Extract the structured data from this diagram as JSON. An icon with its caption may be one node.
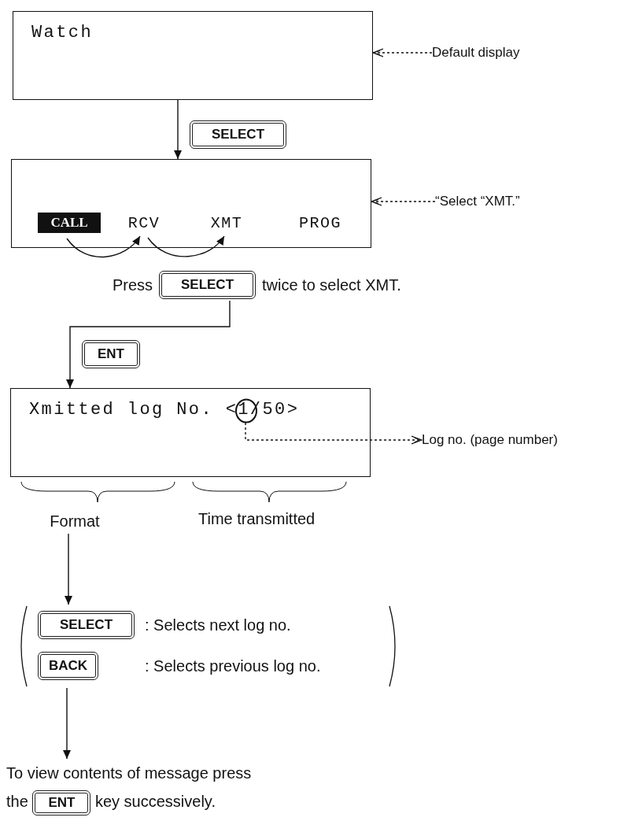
{
  "diagram": {
    "nodes": [
      {
        "text": [
          "Watch"
        ]
      },
      {
        "text": [
          "Default display"
        ]
      },
      {
        "text": [],
        "shape": "box"
      },
      {
        "text": [
          "CALL"
        ],
        "in": 2
      },
      {
        "text": [
          "RCV"
        ],
        "in": 2
      },
      {
        "text": [
          "XMT"
        ],
        "in": 2
      },
      {
        "text": [
          "PROG"
        ],
        "in": 2
      },
      {
        "text": [
          "“Select “XMT.”"
        ]
      },
      {
        "text": [
          "Press",
          "SELECT",
          "twice to select XMT."
        ]
      },
      {
        "text": [
          "Xmitted log No. <1/50>"
        ]
      },
      {
        "text": [],
        "shape": "circle",
        "in": 9
      },
      {
        "text": [
          "Log no. (page number)"
        ]
      },
      {
        "text": [
          "Format"
        ]
      },
      {
        "text": [
          "SELECT",
          ": Selects next log no.",
          "BACK",
          ": Selects previous log no."
        ]
      },
      {
        "text": [
          "To view contents of message press",
          "the",
          "ENT",
          "key successively."
        ]
      }
    ],
    "edges": [
      {
        "from": 1,
        "to": 0,
        "arrow": "to",
        "style": "dashed"
      },
      {
        "from": 0,
        "to": 2,
        "arrow": "to",
        "label": "SELECT"
      },
      {
        "from": 7,
        "to": 2,
        "arrow": "to",
        "style": "dashed"
      },
      {
        "from": 3,
        "to": 4,
        "arrow": "to"
      },
      {
        "from": 4,
        "to": 5,
        "arrow": "to"
      },
      {
        "from": 8,
        "to": 9,
        "arrow": "to",
        "label": "ENT"
      },
      {
        "from": 10,
        "to": 11,
        "arrow": "to",
        "style": "dashed"
      },
      {
        "from": 12,
        "to": 13,
        "arrow": "to"
      },
      {
        "from": 13,
        "to": 14,
        "arrow": "to"
      }
    ],
    "labels": [
      "Time transmitted"
    ]
  }
}
